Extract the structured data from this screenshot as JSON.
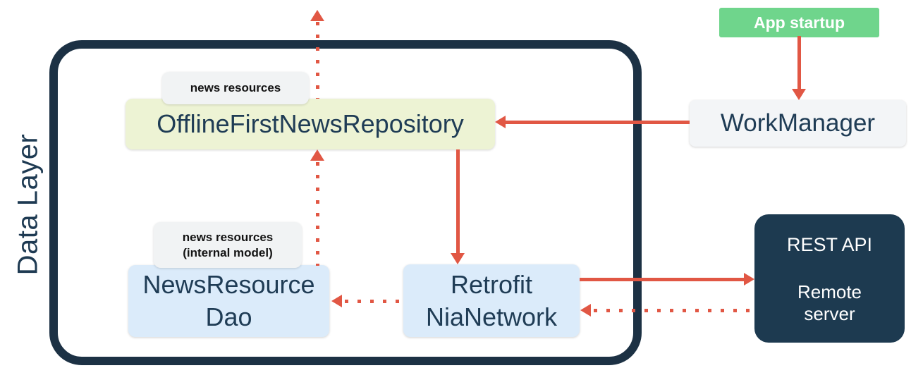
{
  "diagram": {
    "frame_label": "Data Layer",
    "repository": {
      "name": "OfflineFirstNewsRepository",
      "tag": "news resources"
    },
    "dao": {
      "name_line1": "NewsResource",
      "name_line2": "Dao",
      "tag_line1": "news resources",
      "tag_line2": "(internal model)"
    },
    "network": {
      "name_line1": "Retrofit",
      "name_line2": "NiaNetwork"
    },
    "workmanager": {
      "name": "WorkManager"
    },
    "app_startup": {
      "name": "App startup"
    },
    "rest_api": {
      "title": "REST API",
      "subtitle_line1": "Remote",
      "subtitle_line2": "server"
    }
  },
  "arrows": [
    {
      "id": "repository-to-upper-layer",
      "style": "dotted",
      "direction": "up"
    },
    {
      "id": "dao-to-repository",
      "style": "dotted",
      "direction": "up"
    },
    {
      "id": "repository-to-network",
      "style": "solid",
      "direction": "down"
    },
    {
      "id": "workmanager-to-repository",
      "style": "solid",
      "direction": "left"
    },
    {
      "id": "app-startup-to-workmanager",
      "style": "solid",
      "direction": "down"
    },
    {
      "id": "network-to-rest-api",
      "style": "solid",
      "direction": "right"
    },
    {
      "id": "rest-api-to-network",
      "style": "dotted",
      "direction": "left"
    },
    {
      "id": "network-to-dao",
      "style": "dotted",
      "direction": "left"
    }
  ],
  "colors": {
    "frame_navy": "#1C3144",
    "rest_box_navy": "#1D3A50",
    "text_navy": "#1F3C55",
    "arrow_red": "#E15744",
    "startup_green": "#6FD58C",
    "repository_yellow": "#EDF3D4",
    "box_blue": "#DBEBFA",
    "tag_grey": "#F1F3F4",
    "workmanager_grey": "#F3F5F7"
  }
}
